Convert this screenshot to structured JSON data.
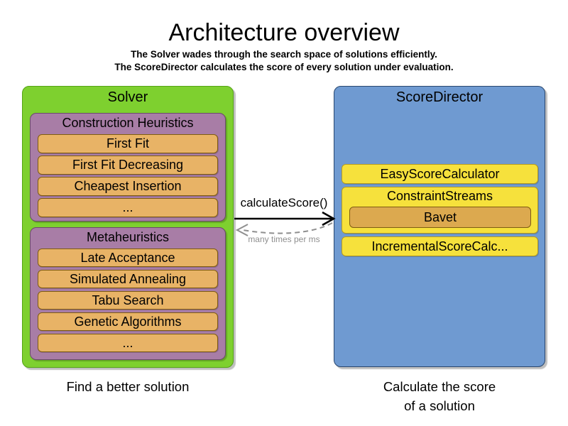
{
  "title": "Architecture overview",
  "subtitle_line1": "The Solver wades through the search space of solutions efficiently.",
  "subtitle_line2": "The ScoreDirector calculates the score of every solution under evaluation.",
  "solver": {
    "label": "Solver",
    "caption": "Find a better solution",
    "sections": [
      {
        "label": "Construction Heuristics",
        "items": [
          "First Fit",
          "First Fit Decreasing",
          "Cheapest Insertion",
          "..."
        ]
      },
      {
        "label": "Metaheuristics",
        "items": [
          "Late Acceptance",
          "Simulated Annealing",
          "Tabu Search",
          "Genetic Algorithms",
          "..."
        ]
      }
    ]
  },
  "score_director": {
    "label": "ScoreDirector",
    "caption_line1": "Calculate the score",
    "caption_line2": "of a solution",
    "items": [
      {
        "label": "EasyScoreCalculator"
      },
      {
        "label": "ConstraintStreams",
        "children": [
          {
            "label": "Bavet"
          }
        ]
      },
      {
        "label": "IncrementalScoreCalc..."
      }
    ]
  },
  "connection": {
    "request_label": "calculateScore()",
    "frequency_label": "many times per ms"
  },
  "colors": {
    "solver_green": "#7ed02f",
    "solver_green_border": "#55a316",
    "phase_purple": "#a87da6",
    "phase_purple_border": "#6b4a6b",
    "item_orange": "#e8b366",
    "item_orange_border": "#7f5c10",
    "score_director_blue": "#6f9ad1",
    "score_director_blue_border": "#29476f",
    "calculator_yellow": "#f6e13c",
    "calculator_yellow_border": "#b49b23",
    "bavet_orange": "#dca94f",
    "arrow_black": "#000000",
    "arrow_gray": "#8f8f8f"
  }
}
